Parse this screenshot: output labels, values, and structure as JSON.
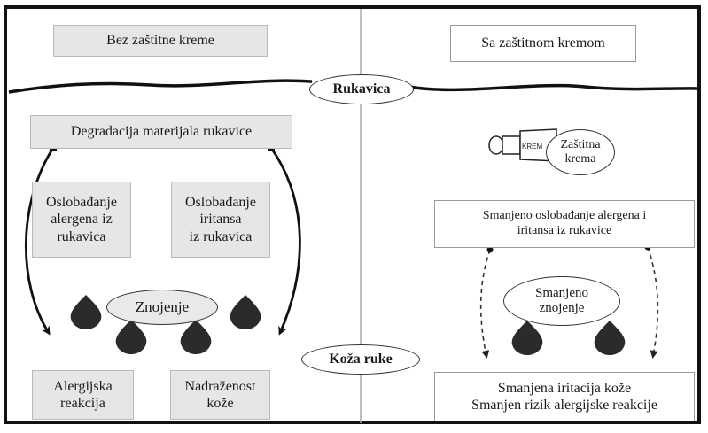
{
  "left_header": "Bez zaštitne kreme",
  "right_header": "Sa zaštitnom kremom",
  "glove_label": "Rukavica",
  "skin_label": "Koža ruke",
  "left": {
    "degradation": "Degradacija materijala rukavice",
    "allergen_release": "Oslobađanje\nalergena iz\nrukavica",
    "irritant_release": "Oslobađanje\niritansa\niz rukavica",
    "sweating": "Znojenje",
    "allergic_reaction": "Alergijska\nreakcija",
    "skin_irritation": "Nadraženost\nkože"
  },
  "right": {
    "cream_tube_text": "KREM",
    "cream_label": "Zaštitna\nkrema",
    "reduced_release": "Smanjeno  oslobađanje alergena i\niritansa iz rukavice",
    "reduced_sweating": "Smanjeno\nznojenje",
    "outcome": "Smanjena iritacija kože\nSmanjen rizik alergijske reakcije"
  },
  "colors": {
    "box_fill": "#e6e6e6",
    "ink": "#1a1a1a",
    "drop": "#2b2b2b"
  }
}
